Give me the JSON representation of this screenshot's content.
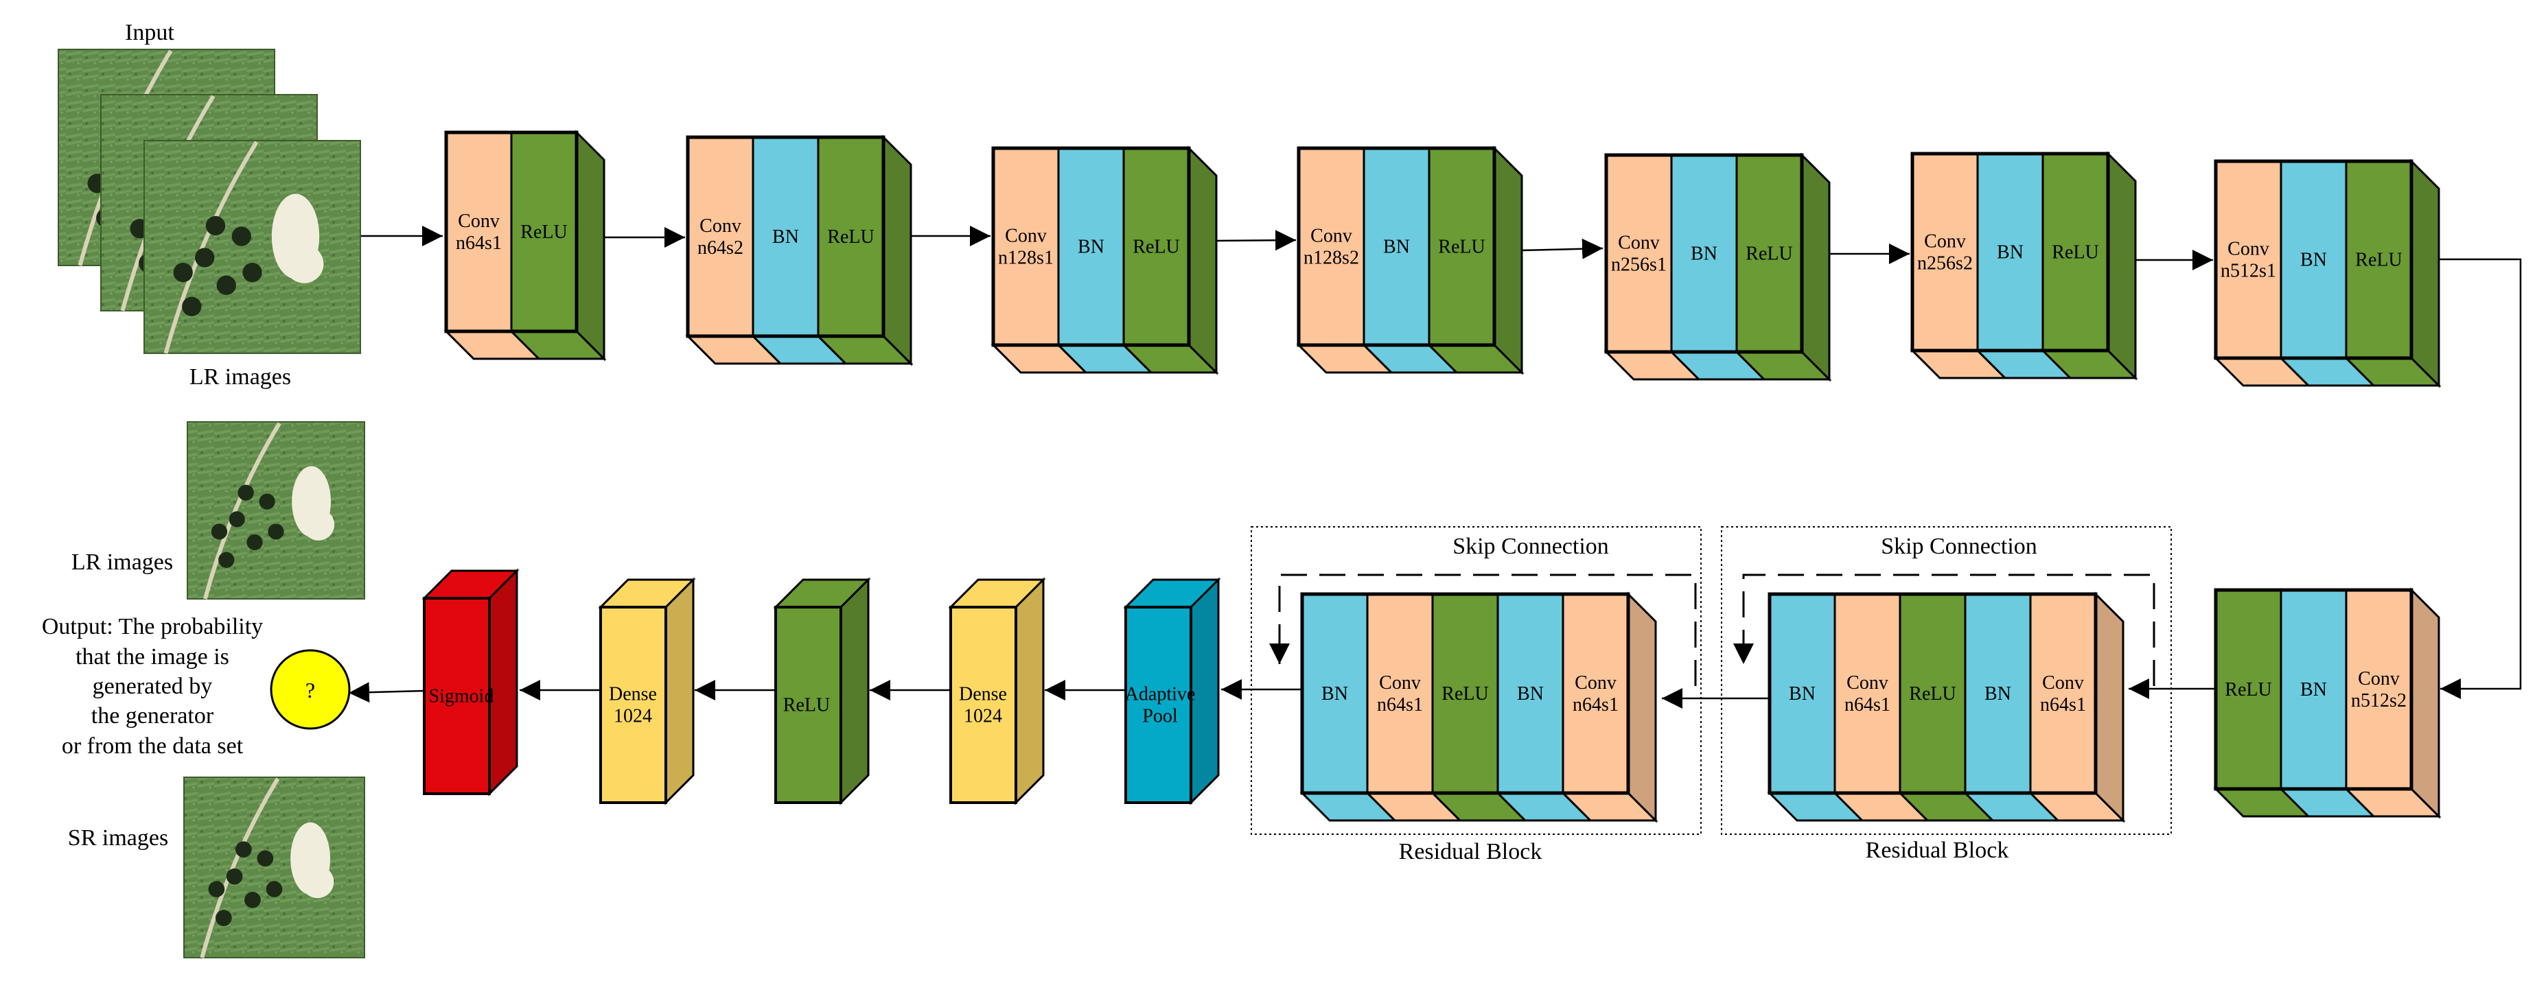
{
  "labels": {
    "input": "Input",
    "lr_images_top": "LR images",
    "lr_images_side": "LR images",
    "sr_images": "SR images",
    "output_lines": [
      "Output: The probability",
      "that the image is",
      "generated by",
      "the generator",
      "or from the data set"
    ],
    "question_mark": "?",
    "skip_connection": "Skip Connection",
    "residual_block": "Residual Block"
  },
  "layer_text": {
    "conv": "Conv",
    "relu": "ReLU",
    "bn": "BN",
    "n64s1": "n64s1",
    "n64s2": "n64s2",
    "n128s1": "n128s1",
    "n128s2": "n128s2",
    "n256s1": "n256s1",
    "n256s2": "n256s2",
    "n512s1": "n512s1",
    "n512s2": "n512s2",
    "dense": "Dense",
    "d1024": "1024",
    "adaptive": "Adaptive",
    "pool": "Pool",
    "sigmoid": "Sigmoid"
  },
  "colors": {
    "conv": "#FDC59A",
    "bn": "#6CCBDE",
    "relu": "#6A9B34",
    "dense": "#FDD964",
    "pool": "#04A9C8",
    "sigmoid": "#E2070E",
    "question_circle": "#FFFF00",
    "stroke": "#000000"
  }
}
